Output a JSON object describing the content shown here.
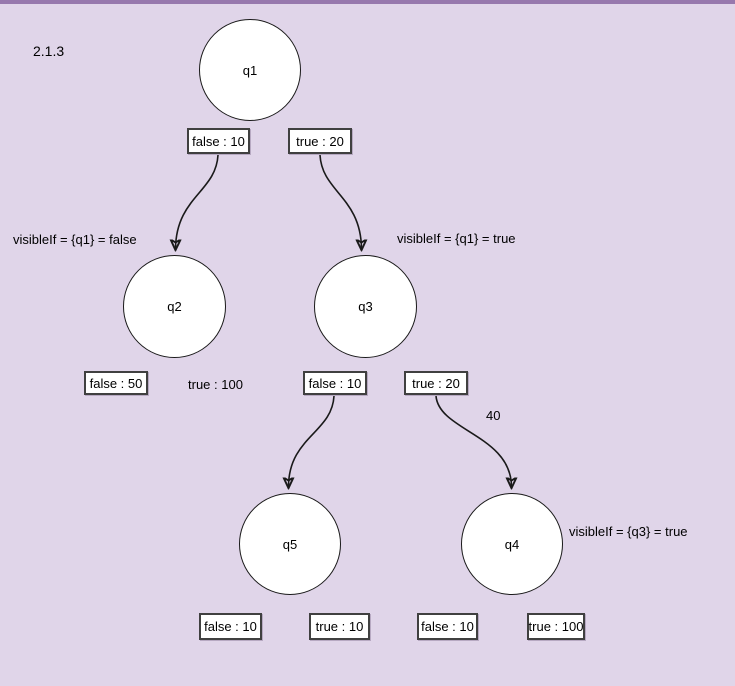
{
  "canvas": {
    "version_label": "2.1.3",
    "colors": {
      "background": "#e0d5e9",
      "topbar": "#9778ad",
      "node_fill": "#ffffff",
      "node_stroke": "#1a1a1a",
      "box_stroke": "#404040",
      "edge_color": "#1a1a1a",
      "text_color": "#000000"
    }
  },
  "nodes": {
    "q1": {
      "label": "q1"
    },
    "q2": {
      "label": "q2"
    },
    "q3": {
      "label": "q3"
    },
    "q4": {
      "label": "q4"
    },
    "q5": {
      "label": "q5"
    }
  },
  "value_boxes": {
    "q1_false": {
      "label": "false : 10"
    },
    "q1_true": {
      "label": "true : 20"
    },
    "q2_false": {
      "label": "false : 50"
    },
    "q2_true": {
      "label": "true : 100"
    },
    "q3_false": {
      "label": "false : 10"
    },
    "q3_true": {
      "label": "true : 20"
    },
    "q5_false": {
      "label": "false : 10"
    },
    "q5_true": {
      "label": "true : 10"
    },
    "q4_false": {
      "label": "false : 10"
    },
    "q4_true": {
      "label": "true : 100"
    }
  },
  "annotations": {
    "visible_if_q2": "visibleIf = {q1} = false",
    "visible_if_q3": "visibleIf = {q1} = true",
    "visible_if_q4": "visibleIf = {q3} = true",
    "edge_weight_40": "40"
  }
}
